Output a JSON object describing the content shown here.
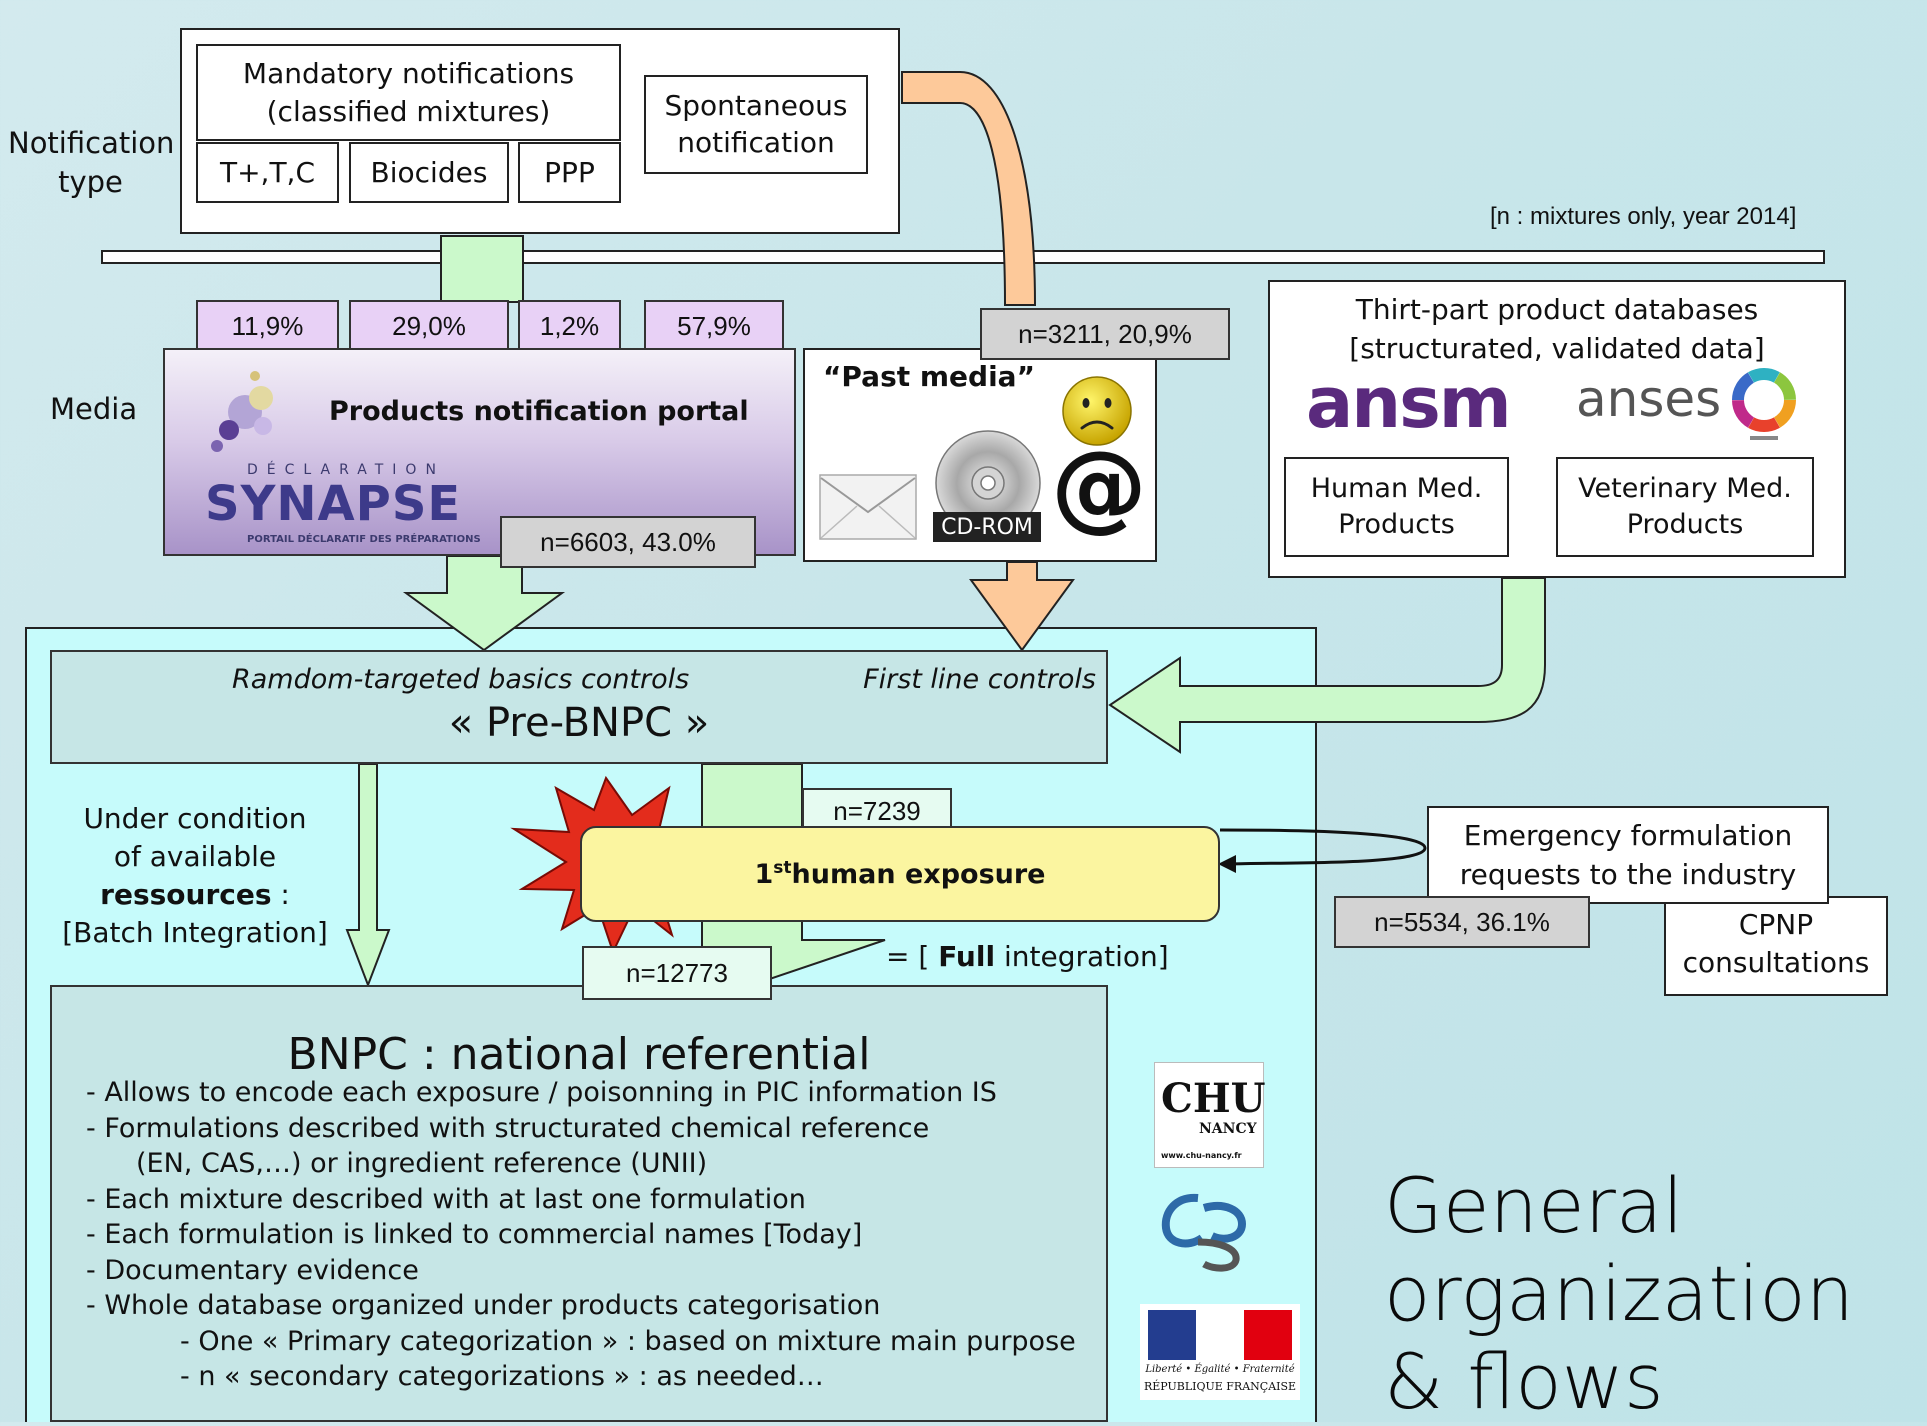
{
  "notification": {
    "row_label": "Notification\ntype",
    "mandatory_label": "Mandatory notifications\n(classified mixtures)",
    "categories": [
      "T+,T,C",
      "Biocides",
      "PPP"
    ],
    "spontaneous_label": "Spontaneous\nnotification"
  },
  "year_note": "[n : mixtures only, year 2014]",
  "media": {
    "row_label": "Media",
    "percentages": [
      "11,9%",
      "29,0%",
      "1,2%",
      "57,9%"
    ],
    "portal_title": "Products notification portal",
    "synapse_top": "DÉCLARATION",
    "synapse_name": "SYNAPSE",
    "synapse_sub": "PORTAIL DÉCLARATIF DES PRÉPARATIONS",
    "portal_count": "n=6603, 43.0%",
    "past_media_label": "“Past media”",
    "past_media_count": "n=3211, 20,9%",
    "cdrom_label": "CD-ROM",
    "at_sign": "@"
  },
  "third_party": {
    "title": "Thirt-part product databases\n[structurated, validated data]",
    "ansm_logo": "ansm",
    "anses_logo": "anses",
    "human_label": "Human Med.\nProducts",
    "vet_label": "Veterinary Med.\nProducts"
  },
  "pre_bnpc": {
    "left_caption": "Ramdom-targeted basics controls",
    "right_caption": "First line controls",
    "title": "« Pre-BNPC »"
  },
  "batch": {
    "line1": "Under condition",
    "line2_prefix": "of available ",
    "line2_bold": "ressources",
    "line2_suffix": " :",
    "line3": "[Batch Integration]"
  },
  "exposure": {
    "count": "n=7239",
    "ordinal": "1",
    "ordinal_sup": "st",
    "label": " human exposure"
  },
  "emergency": {
    "label": "Emergency formulation\nrequests to the industry",
    "count": "n=5534, 36.1%",
    "cpnp_label": "CPNP\nconsultations"
  },
  "full_integration": {
    "prefix": "= [ ",
    "bold": "Full",
    "suffix": " integration]",
    "count": "n=12773"
  },
  "bnpc": {
    "title": "BNPC : national referential",
    "bullets": [
      "- Allows to encode each exposure / poisonning in PIC information IS",
      "- Formulations described with structurated chemical reference",
      "      (EN, CAS,…) or ingredient reference (UNII)",
      "- Each mixture described with at last one formulation",
      "- Each formulation is linked to commercial names [Today]",
      "- Documentary evidence",
      "- Whole database organized under products categorisation",
      "            - One « Primary categorization » : based on mixture main purpose",
      "            - n « secondary categorizations » : as needed…"
    ]
  },
  "logos": {
    "chu_main": "CHU",
    "chu_sub": "NANCY",
    "chu_url": "www.chu-nancy.fr",
    "rf_motto": "Liberté • Égalité • Fraternité",
    "rf_name": "RÉPUBLIQUE FRANÇAISE"
  },
  "slide_title": "General\norganization\n& flows",
  "colors": {
    "green_arrow": "#cbf9cb",
    "orange_arrow": "#fdc99a",
    "purple_pct": "#e8d1f6",
    "exposure_yellow": "#fbf5a0",
    "lower_panel": "#c6fbfb",
    "pre_bnpc_fill": "#c6e6e6"
  }
}
